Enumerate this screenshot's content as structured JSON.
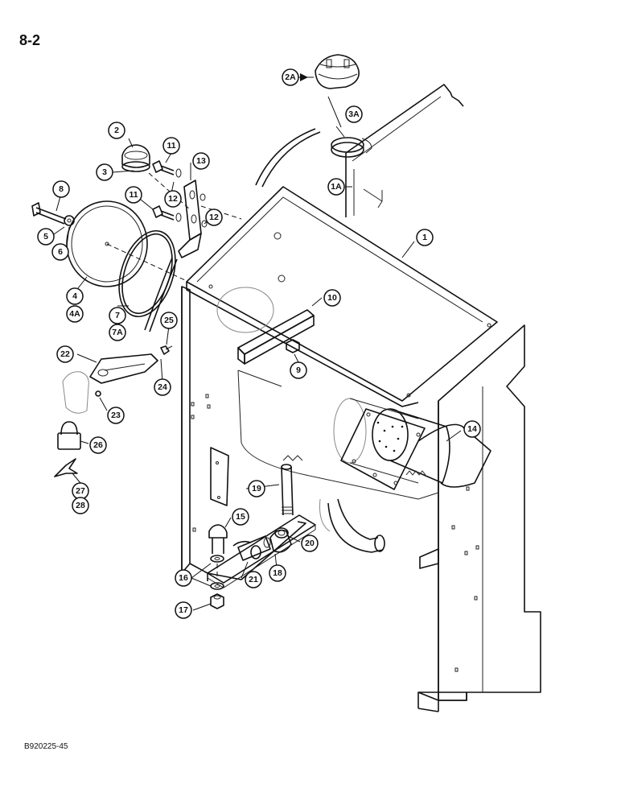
{
  "page_number": "8-2",
  "figure_code": "B920225-45",
  "callouts": {
    "c1": "1",
    "c1A": "1A",
    "c2": "2",
    "c2A": "2A",
    "c3": "3",
    "c3A": "3A",
    "c4": "4",
    "c4A": "4A",
    "c5": "5",
    "c6": "6",
    "c7": "7",
    "c7A": "7A",
    "c8": "8",
    "c9": "9",
    "c10": "10",
    "c11a": "11",
    "c11b": "11",
    "c12a": "12",
    "c12b": "12",
    "c13": "13",
    "c14": "14",
    "c15": "15",
    "c16": "16",
    "c17": "17",
    "c18": "18",
    "c19": "19",
    "c20": "20",
    "c21": "21",
    "c22": "22",
    "c23": "23",
    "c24": "24",
    "c25": "25",
    "c26": "26",
    "c27": "27",
    "c28": "28"
  }
}
